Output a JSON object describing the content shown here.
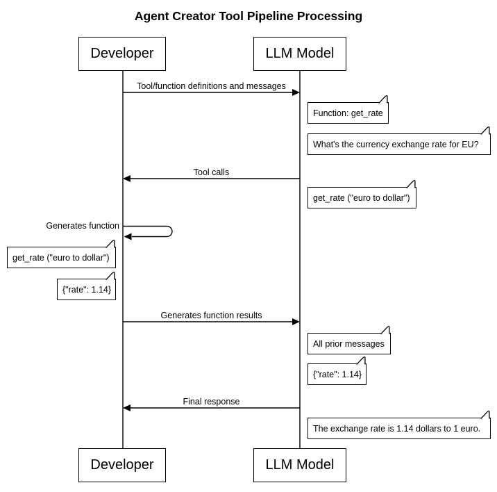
{
  "title": "Agent Creator Tool Pipeline Processing",
  "actors": {
    "developer": "Developer",
    "llm": "LLM Model"
  },
  "messages": {
    "tool_definitions": "Tool/function definitions and messages",
    "tool_calls": "Tool calls",
    "generates_function": "Generates function",
    "generates_function_results": "Generates function results",
    "final_response": "Final response"
  },
  "notes": {
    "function_get_rate": "Function: get_rate",
    "user_question": "What's the currency exchange rate for EU?",
    "tool_call_args": "get_rate (\"euro to dollar\")",
    "local_function_call": "get_rate (\"euro to dollar\")",
    "local_function_result": "{\"rate\": 1.14}",
    "all_prior_messages": "All prior messages",
    "rate_result": "{\"rate\": 1.14}",
    "final_answer": "The exchange rate is 1.14 dollars to 1 euro."
  },
  "colors": {
    "stroke": "#000000",
    "background": "#ffffff",
    "note_fill": "#ffffff",
    "text": "#000000"
  }
}
